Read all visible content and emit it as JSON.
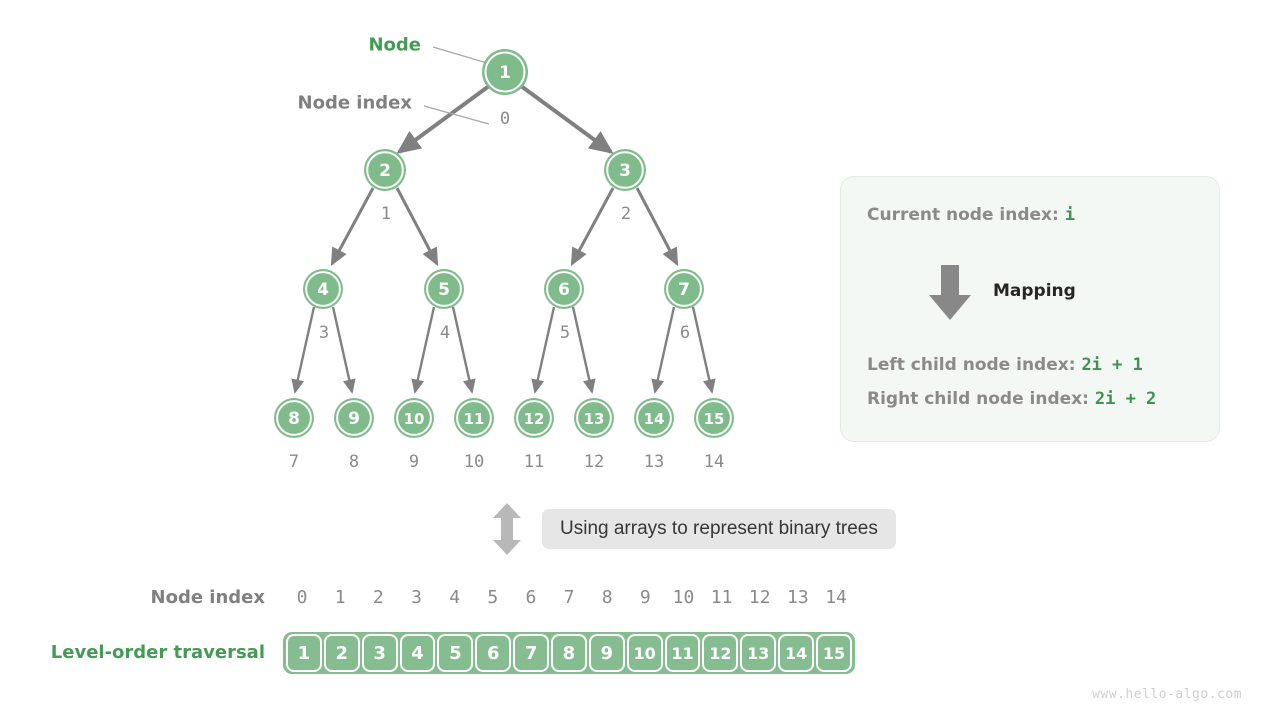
{
  "diagram": {
    "title": "Using arrays to represent binary trees",
    "colors": {
      "node_fill": "#7fbb8b",
      "node_ring": "#ffffff",
      "edge": "#808080",
      "accent_green": "#459a55",
      "label_gray": "#808080",
      "legend_bg": "#f4f8f4",
      "chip_bg": "#e6e6e6",
      "array_fill": "#86bd90"
    }
  },
  "callouts": {
    "node_label": "Node",
    "node_index_label": "Node index"
  },
  "tree": {
    "levels": [
      {
        "values": [
          "1"
        ],
        "indices": [
          "0"
        ]
      },
      {
        "values": [
          "2",
          "3"
        ],
        "indices": [
          "1",
          "2"
        ]
      },
      {
        "values": [
          "4",
          "5",
          "6",
          "7"
        ],
        "indices": [
          "3",
          "4",
          "5",
          "6"
        ]
      },
      {
        "values": [
          "8",
          "9",
          "10",
          "11",
          "12",
          "13",
          "14",
          "15"
        ],
        "indices": [
          "7",
          "8",
          "9",
          "10",
          "11",
          "12",
          "13",
          "14"
        ]
      }
    ],
    "node_values": [
      "1",
      "2",
      "3",
      "4",
      "5",
      "6",
      "7",
      "8",
      "9",
      "10",
      "11",
      "12",
      "13",
      "14",
      "15"
    ],
    "node_indices": [
      "0",
      "1",
      "2",
      "3",
      "4",
      "5",
      "6",
      "7",
      "8",
      "9",
      "10",
      "11",
      "12",
      "13",
      "14"
    ]
  },
  "legend": {
    "current_label": "Current node index:",
    "current_value": "i",
    "mapping_label": "Mapping",
    "left_label": "Left child node index:",
    "left_value": "2i + 1",
    "right_label": "Right child node index:",
    "right_value": "2i + 2"
  },
  "middle": {
    "chip_text": "Using arrays to represent binary trees"
  },
  "array_section": {
    "index_row_label": "Node index",
    "array_row_label": "Level-order traversal",
    "indices": [
      "0",
      "1",
      "2",
      "3",
      "4",
      "5",
      "6",
      "7",
      "8",
      "9",
      "10",
      "11",
      "12",
      "13",
      "14"
    ],
    "values": [
      "1",
      "2",
      "3",
      "4",
      "5",
      "6",
      "7",
      "8",
      "9",
      "10",
      "11",
      "12",
      "13",
      "14",
      "15"
    ]
  },
  "watermark": "www.hello-algo.com"
}
